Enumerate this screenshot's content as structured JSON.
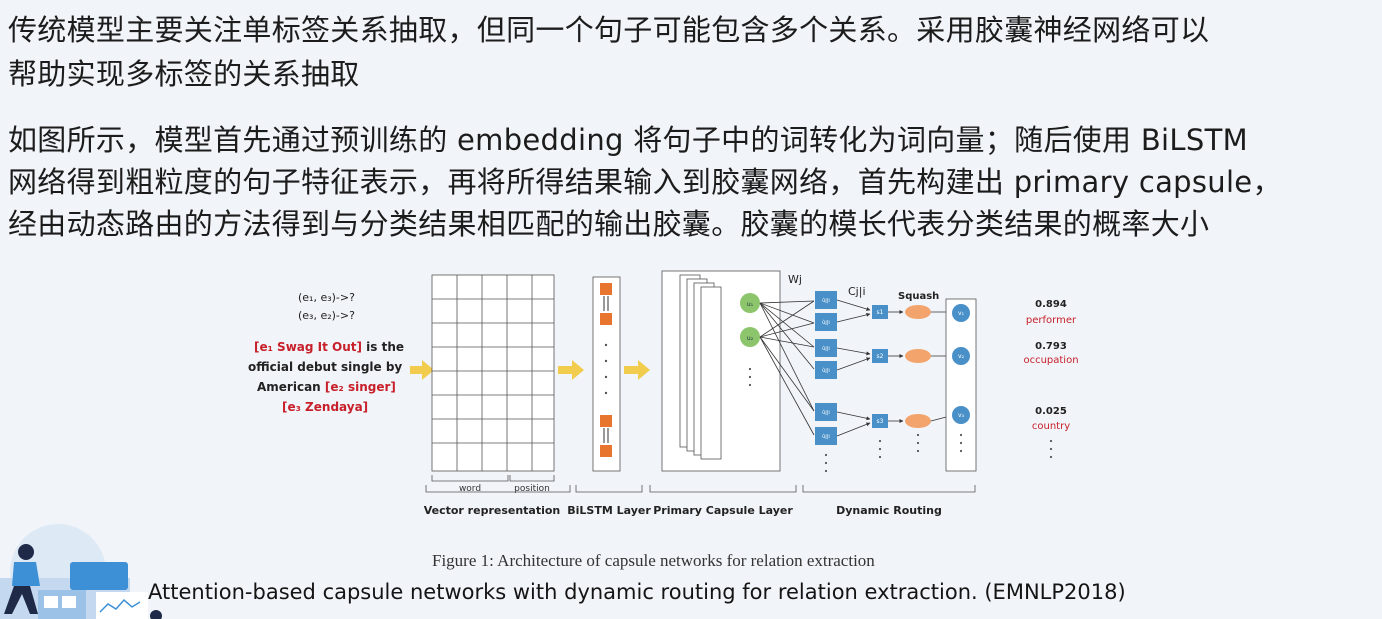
{
  "paragraphs": [
    {
      "lines": [
        "传统模型主要关注单标签关系抽取，但同一个句子可能包含多个关系。采用胶囊神经网络可以",
        "帮助实现多标签的关系抽取"
      ]
    },
    {
      "lines": [
        "如图所示，模型首先通过预训练的 embedding 将句子中的词转化为词向量；随后使用 BiLSTM",
        "网络得到粗粒度的句子特征表示，再将所得结果输入到胶囊网络，首先构建出 primary capsule，",
        "经由动态路由的方法得到与分类结果相匹配的输出胶囊。胶囊的模长代表分类结果的概率大小"
      ]
    }
  ],
  "figure": {
    "queries": [
      "(e₁, e₃)->?",
      "(e₃, e₂)->?"
    ],
    "sentence": {
      "line1_red": "[e₁ Swag It Out]",
      "line1_black": " is the",
      "line2": "official debut  single by",
      "line3_black": "American ",
      "line3_red": "[e₂ singer]",
      "line4_red": "[e₃ Zendaya]"
    },
    "section_labels": [
      "Vector representation",
      "BiLSTM Layer",
      "Primary Capsule Layer",
      "Dynamic Routing"
    ],
    "sub_labels": [
      "word",
      "position"
    ],
    "weight_labels": {
      "wj": "Wj",
      "cji": "Cj|i",
      "squash": "Squash"
    },
    "node_labels": {
      "u1": "u₁",
      "u2": "u₂",
      "uhat": "ûj|i",
      "s1": "s1",
      "s2": "s2",
      "s3": "s3",
      "v1": "v₁",
      "v2": "v₂",
      "v3": "v₃"
    },
    "dots": "·\n·\n·",
    "outputs": [
      {
        "score": "0.894",
        "label": "performer"
      },
      {
        "score": "0.793",
        "label": "occupation"
      },
      {
        "score": "0.025",
        "label": "country"
      }
    ],
    "colors": {
      "red": "#c8202a",
      "arrow": "#f2cc4d",
      "orange": "#e8752e",
      "blue": "#4a90c8",
      "green": "#8cc56c",
      "salmon": "#f2a46c"
    }
  },
  "caption": "Figure 1: Architecture of capsule networks for relation extraction",
  "citation": "Attention-based capsule networks with dynamic routing for relation extraction. (EMNLP2018)"
}
